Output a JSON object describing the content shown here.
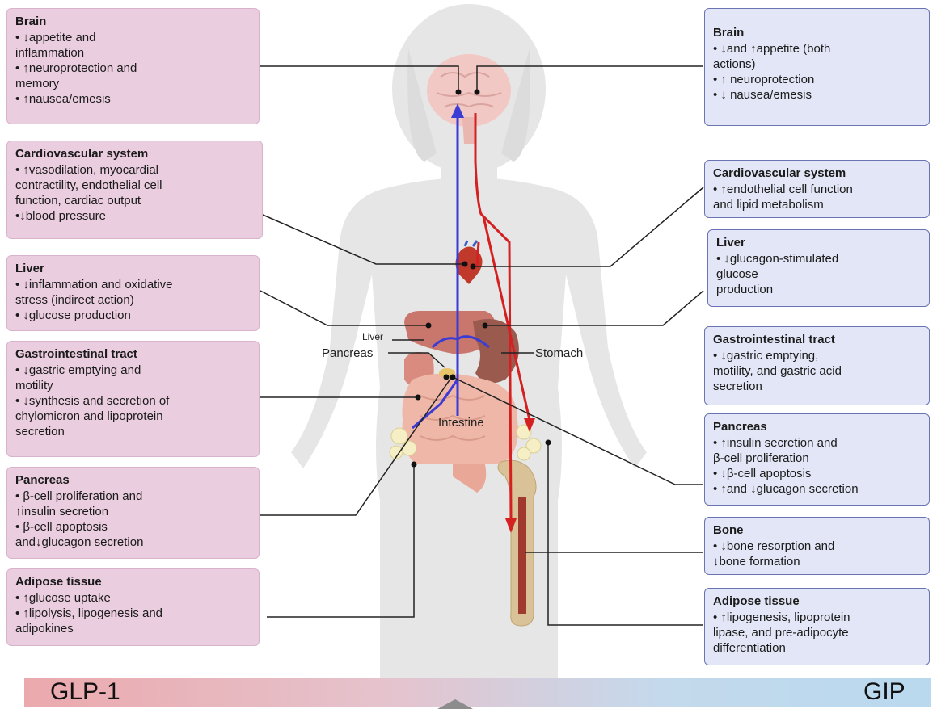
{
  "left_boxes": [
    {
      "title": "Brain",
      "lines": [
        "• ↓appetite and",
        "inflammation",
        "• ↑neuroprotection and",
        "memory",
        "• ↑nausea/emesis"
      ]
    },
    {
      "title": "Cardiovascular system",
      "lines": [
        "• ↑vasodilation, myocardial",
        "contractility, endothelial cell",
        "function, cardiac output",
        "•↓blood pressure"
      ]
    },
    {
      "title": "Liver",
      "lines": [
        "• ↓inflammation  and oxidative",
        "stress (indirect action)",
        "• ↓glucose production"
      ]
    },
    {
      "title": "Gastrointestinal tract",
      "lines": [
        "• ↓gastric emptying and",
        "motility",
        "• ↓synthesis and secretion of",
        "chylomicron and lipoprotein",
        "secretion"
      ]
    },
    {
      "title": "Pancreas",
      "lines": [
        "• β-cell proliferation and",
        "↑insulin secretion",
        "• β-cell apoptosis",
        "and↓glucagon secretion"
      ]
    },
    {
      "title": "Adipose tissue",
      "lines": [
        "• ↑glucose uptake",
        "• ↑lipolysis, lipogenesis and",
        "adipokines"
      ]
    }
  ],
  "right_boxes": [
    {
      "title": "Brain",
      "lines": [
        "• ↓and ↑appetite (both",
        "actions)",
        "• ↑ neuroprotection",
        "• ↓ nausea/emesis"
      ]
    },
    {
      "title": "Cardiovascular system",
      "lines": [
        "• ↑endothelial cell function",
        "and lipid metabolism"
      ]
    },
    {
      "title": "Liver",
      "lines": [
        "• ↓glucagon-stimulated",
        "glucose",
        "production"
      ]
    },
    {
      "title": "Gastrointestinal tract",
      "lines": [
        "• ↓gastric emptying,",
        "motility, and gastric acid",
        "secretion"
      ]
    },
    {
      "title": "Pancreas",
      "lines": [
        "• ↑insulin secretion and",
        "β-cell proliferation",
        "• ↓β-cell apoptosis",
        "• ↑and ↓glucagon secretion"
      ]
    },
    {
      "title": "Bone",
      "lines": [
        "• ↓bone resorption and",
        "↓bone formation"
      ]
    },
    {
      "title": "Adipose tissue",
      "lines": [
        "• ↑lipogenesis, lipoprotein",
        "lipase, and pre-adipocyte",
        "differentiation"
      ]
    }
  ],
  "organ_labels": {
    "liver": "Liver",
    "pancreas": "Pancreas",
    "stomach": "Stomach",
    "intestine": "Intestine"
  },
  "footer": {
    "left": "GLP-1",
    "right": "GIP"
  },
  "colors": {
    "glp1_pathway": "#3b3bd6",
    "gip_pathway": "#d42020",
    "left_box_fill": "#ebcde0",
    "right_box_fill": "#e3e6f6",
    "right_box_border": "#6a73b3"
  }
}
